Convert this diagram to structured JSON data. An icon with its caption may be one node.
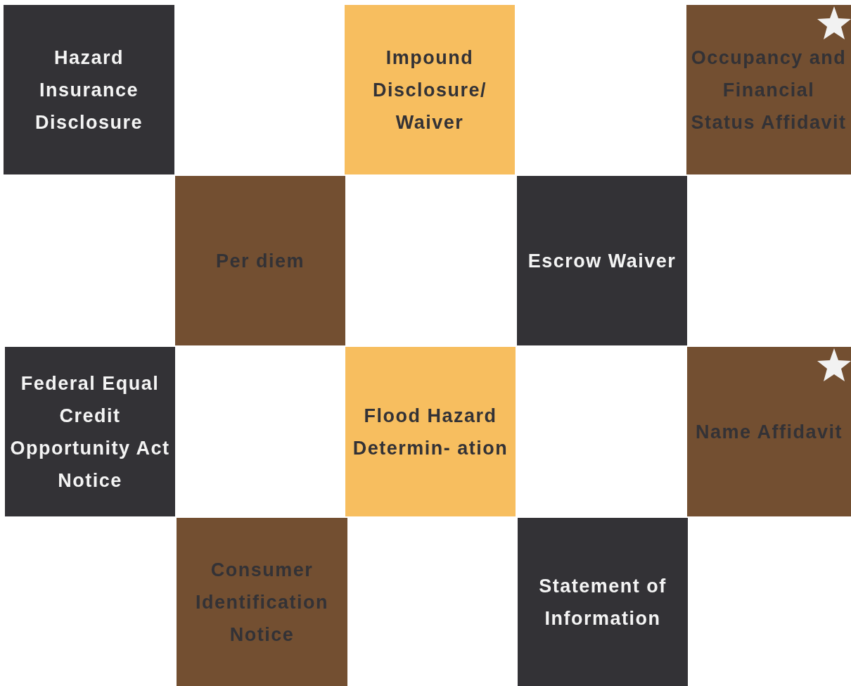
{
  "diagram": {
    "nodes": [
      {
        "text": [
          "Hazard Insurance Disclosure"
        ]
      },
      {
        "text": [
          "Impound Disclosure/ Waiver"
        ]
      },
      {
        "text": [
          "Occupancy and Financial Status Affidavit"
        ]
      },
      {
        "text": [
          "Per diem"
        ]
      },
      {
        "text": [
          "Escrow Waiver"
        ]
      },
      {
        "text": [
          "Federal Equal Credit Opportunity Act Notice"
        ]
      },
      {
        "text": [
          "Flood Hazard Determin- ation"
        ]
      },
      {
        "text": [
          "Name Affidavit"
        ]
      },
      {
        "text": [
          "Consumer Identification Notice"
        ]
      },
      {
        "text": [
          "Statement of Information"
        ]
      }
    ]
  }
}
